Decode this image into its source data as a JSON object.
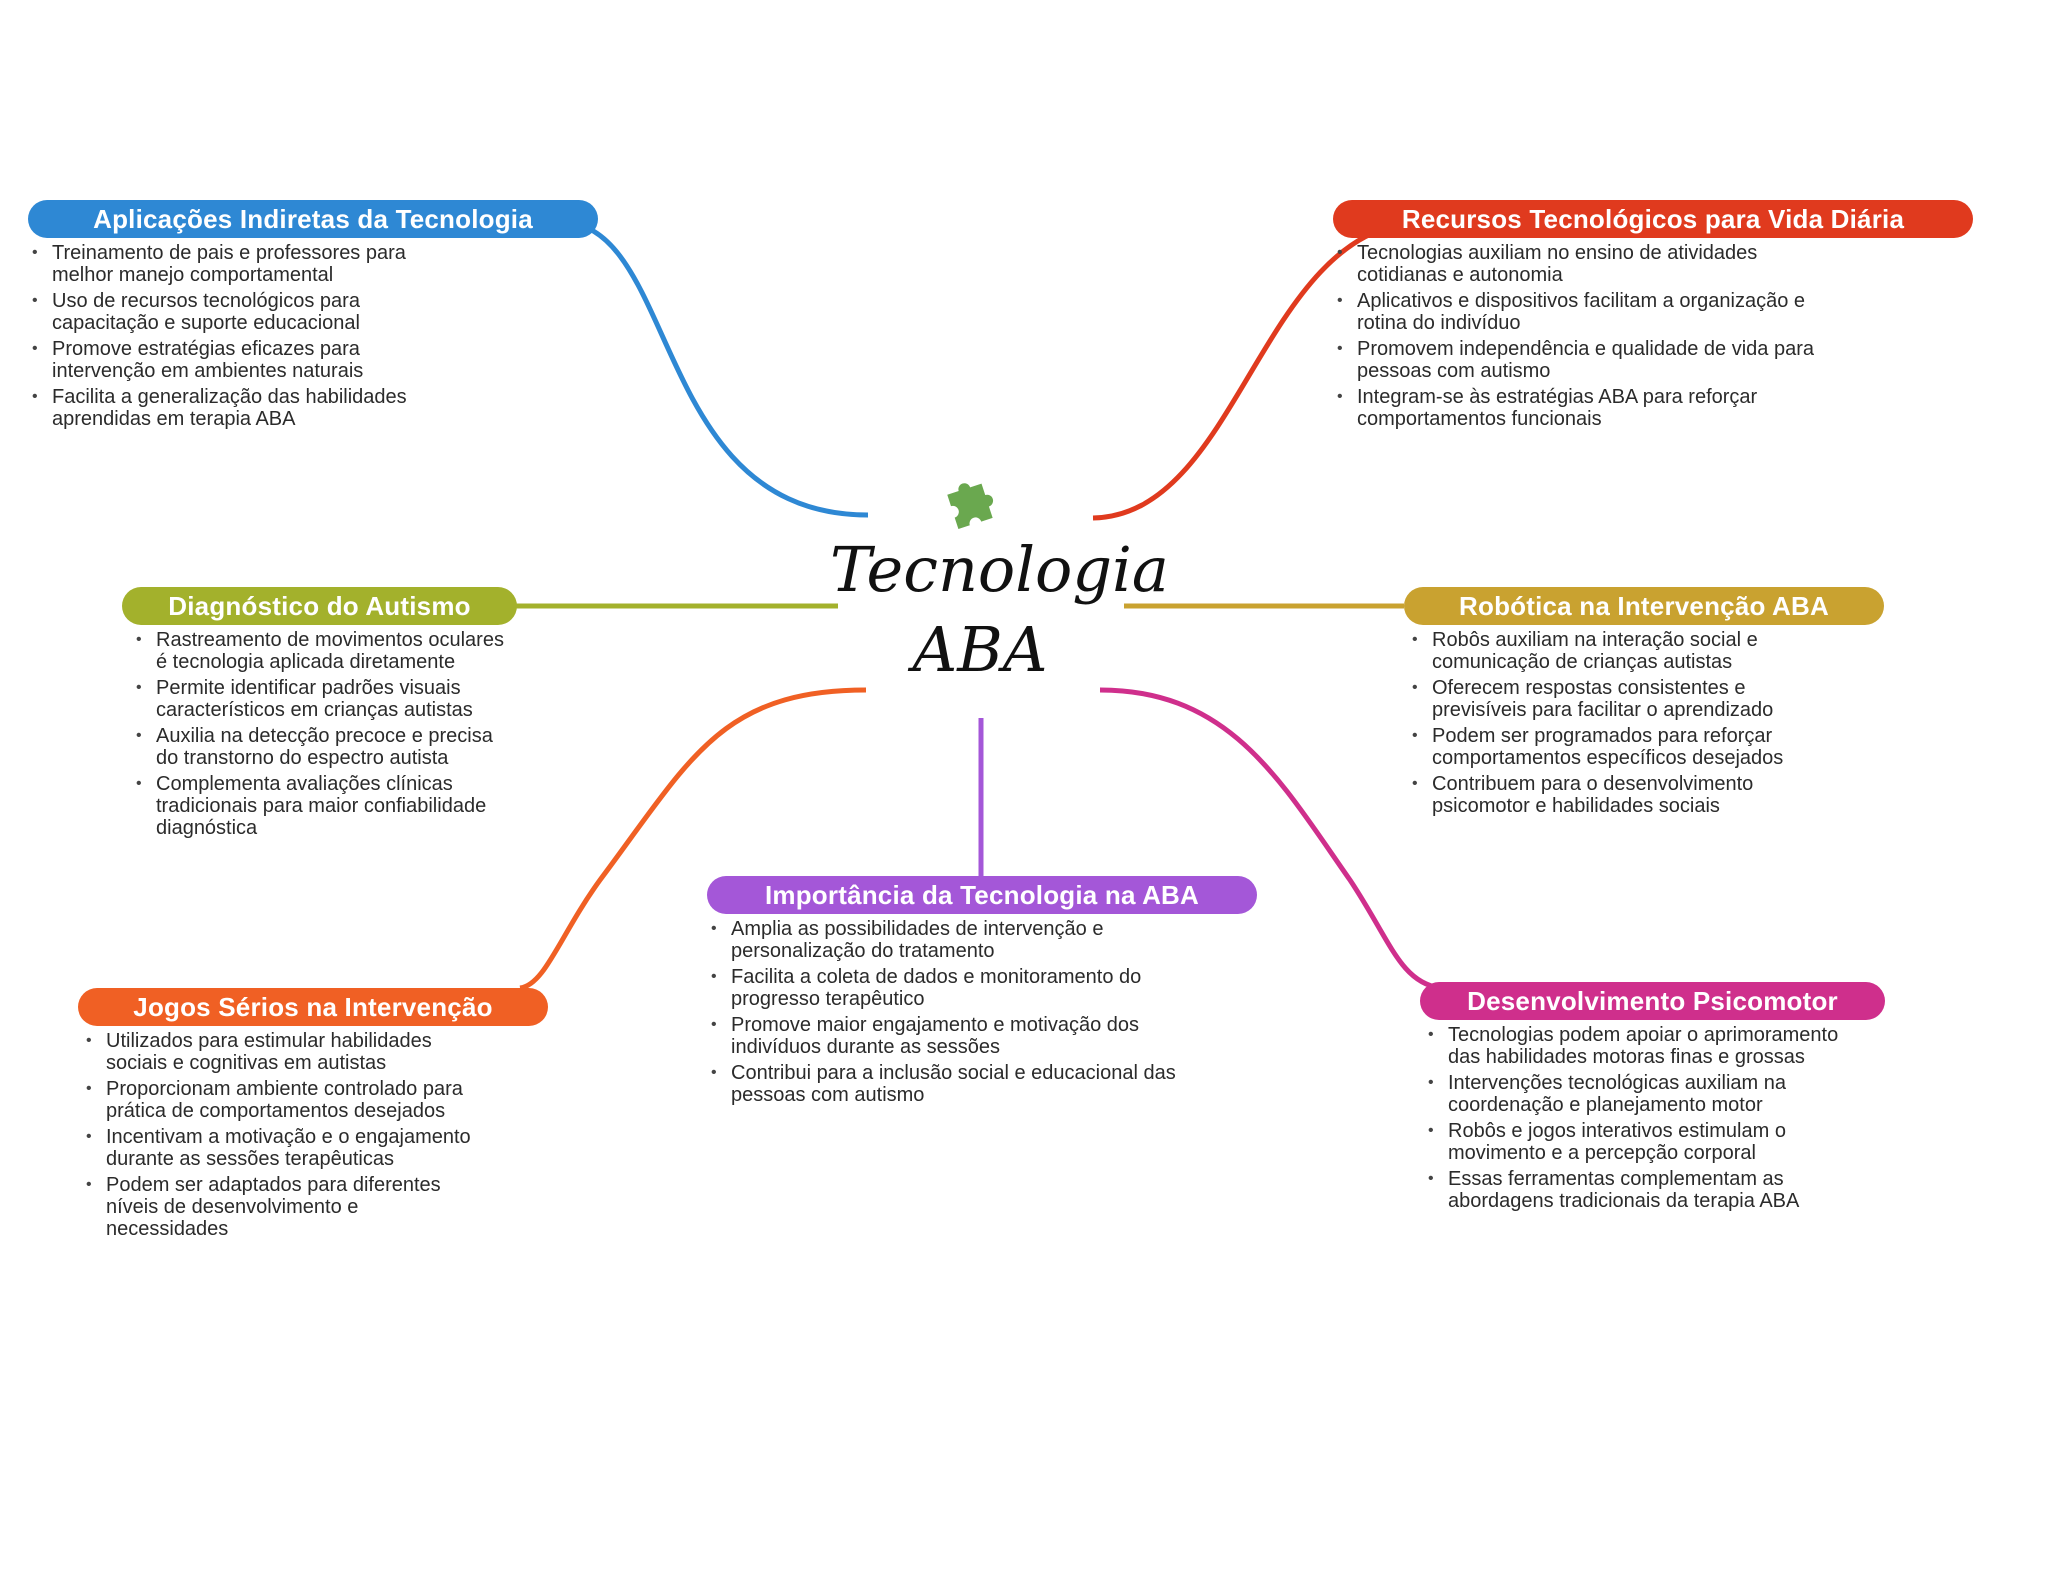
{
  "center": {
    "title_line1": "Tecnologia",
    "title_line2": "ABA",
    "icon": "puzzle-piece-icon"
  },
  "colors": {
    "aplicacoes": "#2e88d4",
    "recursos": "#e03a1e",
    "diagnostico": "#a3b12c",
    "robotica": "#c9a230",
    "jogos": "#f06024",
    "importancia": "#a457d8",
    "psicomotor": "#cf2f8c",
    "puzzle": "#6aa84f"
  },
  "branches": [
    {
      "key": "aplicacoes",
      "title": "Aplicações Indiretas da Tecnologia",
      "items": [
        "Treinamento de pais e professores para melhor manejo comportamental",
        "Uso de recursos tecnológicos para capacitação e suporte educacional",
        "Promove estratégias eficazes para intervenção em ambientes naturais",
        "Facilita a generalização das habilidades aprendidas em terapia ABA"
      ]
    },
    {
      "key": "recursos",
      "title": "Recursos Tecnológicos para Vida Diária",
      "items": [
        "Tecnologias auxiliam no ensino de atividades cotidianas e autonomia",
        "Aplicativos e dispositivos facilitam a organização e rotina do indivíduo",
        "Promovem independência e qualidade de vida para pessoas com autismo",
        "Integram-se às estratégias ABA para reforçar comportamentos funcionais"
      ]
    },
    {
      "key": "diagnostico",
      "title": "Diagnóstico do Autismo",
      "items": [
        "Rastreamento de movimentos oculares é tecnologia aplicada diretamente",
        "Permite identificar padrões visuais característicos em crianças autistas",
        "Auxilia na detecção precoce e precisa do transtorno do espectro autista",
        "Complementa avaliações clínicas tradicionais para maior confiabilidade diagnóstica"
      ]
    },
    {
      "key": "robotica",
      "title": "Robótica na Intervenção ABA",
      "items": [
        "Robôs auxiliam na interação social e comunicação de crianças autistas",
        "Oferecem respostas consistentes e previsíveis para facilitar o aprendizado",
        "Podem ser programados para reforçar comportamentos específicos desejados",
        "Contribuem para o desenvolvimento psicomotor e habilidades sociais"
      ]
    },
    {
      "key": "importancia",
      "title": "Importância da Tecnologia na ABA",
      "items": [
        "Amplia as possibilidades de intervenção e personalização do tratamento",
        "Facilita a coleta de dados e monitoramento do progresso terapêutico",
        "Promove maior engajamento e motivação dos indivíduos durante as sessões",
        "Contribui para a inclusão social e educacional das pessoas com autismo"
      ]
    },
    {
      "key": "jogos",
      "title": "Jogos Sérios na Intervenção",
      "items": [
        "Utilizados para estimular habilidades sociais e cognitivas em autistas",
        "Proporcionam ambiente controlado para prática de comportamentos desejados",
        "Incentivam a motivação e o engajamento durante as sessões terapêuticas",
        "Podem ser adaptados para diferentes níveis de desenvolvimento e necessidades"
      ]
    },
    {
      "key": "psicomotor",
      "title": "Desenvolvimento Psicomotor",
      "items": [
        "Tecnologias podem apoiar o aprimoramento das habilidades motoras finas e grossas",
        "Intervenções tecnológicas auxiliam na coordenação e planejamento motor",
        "Robôs e jogos interativos estimulam o movimento e a percepção corporal",
        "Essas ferramentas complementam as abordagens tradicionais da terapia ABA"
      ]
    }
  ]
}
